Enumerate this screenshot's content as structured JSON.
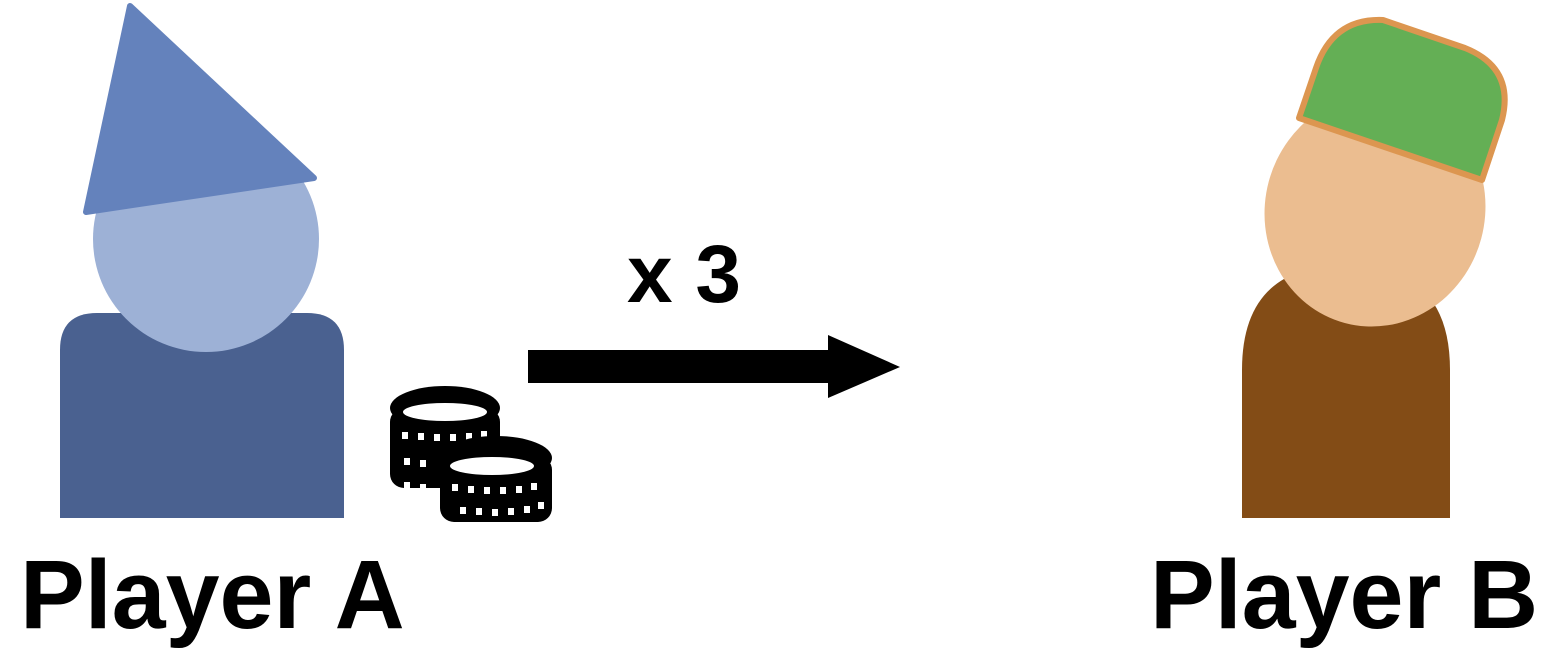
{
  "players": {
    "a": {
      "label": "Player A",
      "body_color": "#4A6190",
      "head_color": "#9DB1D6",
      "hat_color": "#6482BC"
    },
    "b": {
      "label": "Player B",
      "body_color": "#834C16",
      "head_color": "#EBBD90",
      "cap_color": "#64AF55",
      "cap_outline_color": "#DC9650"
    }
  },
  "transfer": {
    "multiplier": "x 3",
    "arrow_color": "#000000",
    "icon": "coins-icon"
  }
}
